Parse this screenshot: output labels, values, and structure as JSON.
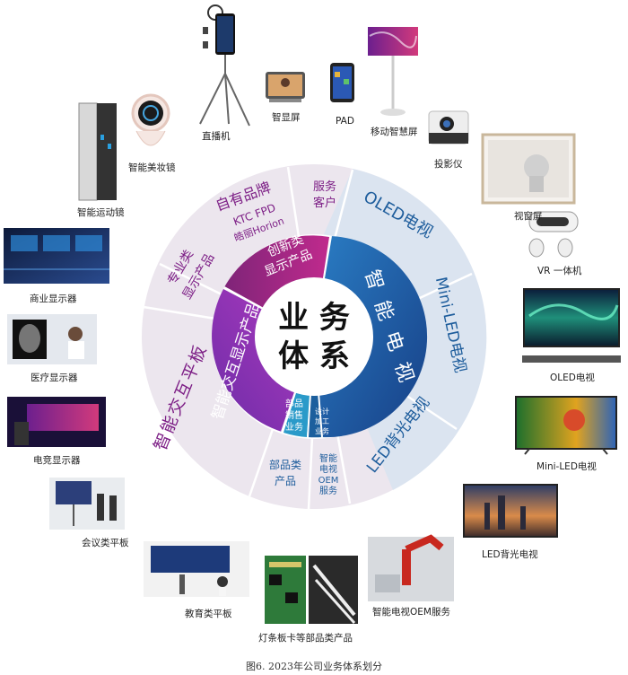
{
  "center": {
    "line1": "业 务",
    "line2": "体 系"
  },
  "inner": {
    "smart_tv": "智能电视",
    "interactive": "智能交互显示产品",
    "innovative_1": "创新类",
    "innovative_2": "显示产品",
    "parts_sales": [
      "部品",
      "销售",
      "业务"
    ],
    "design_processing": [
      "设计",
      "加工",
      "业务"
    ]
  },
  "outer": {
    "own_brand": "自有品牌",
    "own_brand_sub1": "KTC  FPD",
    "own_brand_sub2": "皓丽Horion",
    "service_client_1": "服务",
    "service_client_2": "客户",
    "professional_1": "专业类",
    "professional_2": "显示产品",
    "interactive_tablet": "智能交互平板",
    "parts_1": "部品类",
    "parts_2": "产品",
    "oem": [
      "智能",
      "电视",
      "OEM",
      "服务"
    ],
    "oled_tv": "OLED电视",
    "miniled_tv": "Mini-LED电视",
    "led_tv": "LED背光电视"
  },
  "products": {
    "live": "直播机",
    "smart_display": "智显屏",
    "pad": "PAD",
    "mobile_screen": "移动智慧屏",
    "projector": "投影仪",
    "window_screen": "视窗屏",
    "vr": "VR 一体机",
    "oled": "OLED电视",
    "miniled": "Mini-LED电视",
    "led": "LED背光电视",
    "oem_service": "智能电视OEM服务",
    "parts": "灯条板卡等部品类产品",
    "education": "教育类平板",
    "meeting": "会议类平板",
    "esports": "电竞显示器",
    "medical": "医疗显示器",
    "commercial": "商业显示器",
    "sport_mirror": "智能运动镜",
    "makeup_mirror": "智能美妆镜"
  },
  "caption": "图6.  2023年公司业务体系划分",
  "colors": {
    "ring_outer": "#e9e2ec",
    "ring_outer_blue": "#dde6f1",
    "text_purple": "#7d1f86",
    "text_blue": "#1e5d9c",
    "inner_purple": "#9b2fb0",
    "inner_magenta": "#9e2a86",
    "inner_blue": "#1f5da2",
    "inner_cyan": "#2f9bc7"
  }
}
